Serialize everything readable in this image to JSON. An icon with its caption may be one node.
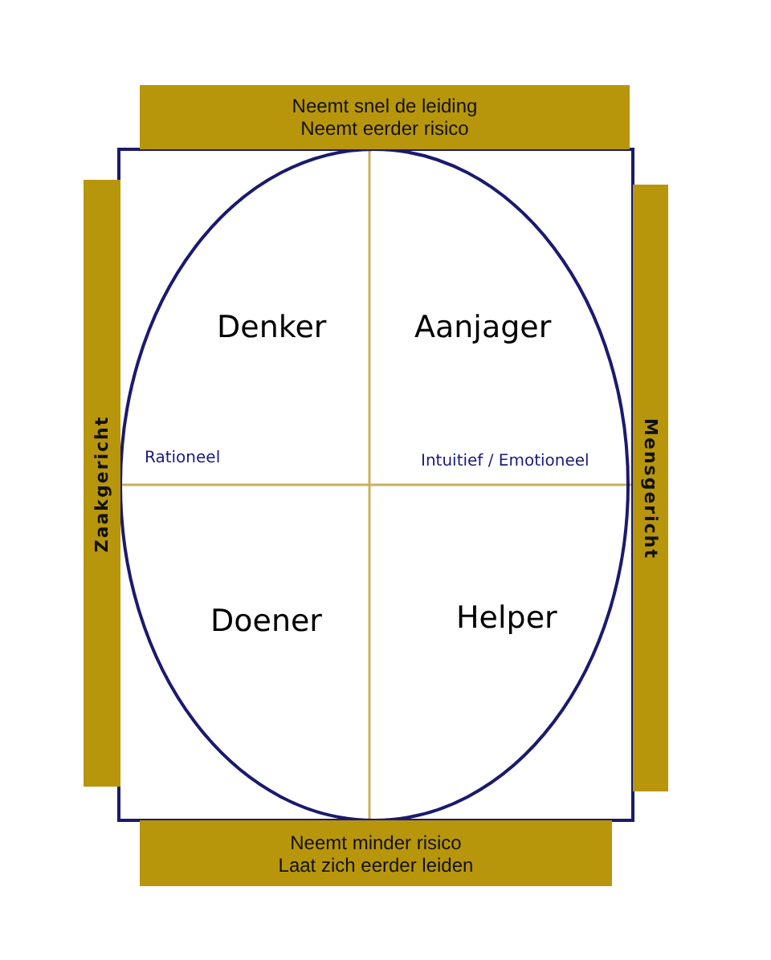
{
  "diagram": {
    "nodes": [
      {
        "text": [
          "Neemt snel de leiding Neemt eerder risico"
        ]
      },
      {
        "text": [
          "Zaakgericht"
        ]
      },
      {
        "text": [
          "Mensgericht"
        ]
      },
      {
        "text": [
          "Neemt minder risico Laat zich eerder leiden"
        ]
      }
    ],
    "edges": [],
    "labels": [
      "Denker",
      "Aanjager",
      "Rationeel",
      "Intuitief / Emotioneel",
      "Doener",
      "Helper"
    ]
  }
}
